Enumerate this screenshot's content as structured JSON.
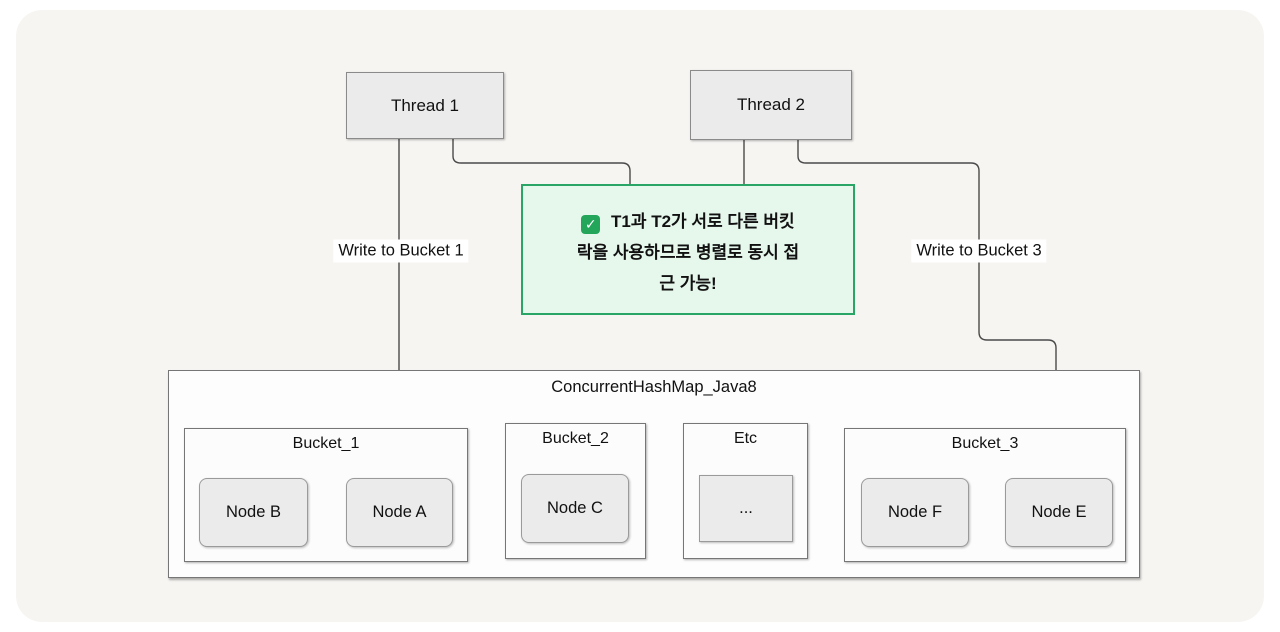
{
  "diagram": {
    "threads": [
      {
        "label": "Thread 1"
      },
      {
        "label": "Thread 2"
      }
    ],
    "note": {
      "check_glyph": "✓",
      "check_icon_name": "check-mark-emoji",
      "text": " T1과 T2가 서로 다른 버킷\n락을 사용하므로 병렬로 동시 접\n근 가능!"
    },
    "edge_labels": [
      {
        "label": "Write to Bucket 1"
      },
      {
        "label": "Write to Bucket 3"
      }
    ],
    "map": {
      "title": "ConcurrentHashMap_Java8",
      "buckets": [
        {
          "title": "Bucket_1",
          "nodes": [
            "Node B",
            "Node A"
          ]
        },
        {
          "title": "Bucket_2",
          "nodes": [
            "Node C"
          ]
        },
        {
          "title": "Etc",
          "nodes": [
            "..."
          ]
        },
        {
          "title": "Bucket_3",
          "nodes": [
            "Node F",
            "Node E"
          ]
        }
      ]
    },
    "colors": {
      "canvas_background": "#f7f5f2",
      "note_fill": "#e6f7ec",
      "note_border": "#29a566",
      "check_icon_green": "#23a55a",
      "box_fill": "#ebebeb",
      "box_border": "#8a8a8a",
      "connector": "#4a4a4a"
    }
  }
}
